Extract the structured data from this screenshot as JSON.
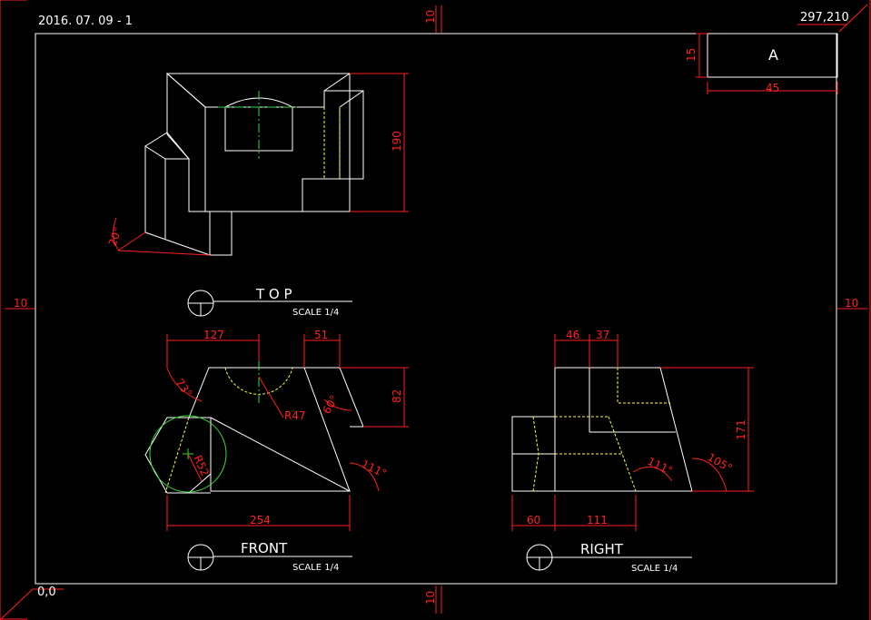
{
  "sheet": {
    "date_label": "2016. 07. 09 - 1",
    "corner_top_right": "297,210",
    "corner_bottom_left": "0,0",
    "margin_label": "10"
  },
  "title_block": {
    "letter": "A",
    "height_dim": "15",
    "width_dim": "45"
  },
  "views": {
    "top": {
      "title": "T O P",
      "scale": "SCALE 1/4"
    },
    "front": {
      "title": "FRONT",
      "scale": "SCALE 1/4"
    },
    "right": {
      "title": "RIGHT",
      "scale": "SCALE 1/4"
    }
  },
  "dimensions": {
    "iso_height": "190",
    "iso_angle": "20°",
    "front_127": "127",
    "front_51": "51",
    "front_82": "82",
    "front_73deg": "73°",
    "front_r47": "R47",
    "front_60deg": "60°",
    "front_r52": "R52",
    "front_111deg": "111°",
    "front_254": "254",
    "right_46": "46",
    "right_37": "37",
    "right_171": "171",
    "right_111deg": "111°",
    "right_105deg": "105°",
    "right_60": "60",
    "right_111": "111"
  },
  "colors": {
    "outline": "#ffffff",
    "dimension": "#ff2020",
    "hidden": "#ffff33",
    "center": "#33dd33"
  }
}
